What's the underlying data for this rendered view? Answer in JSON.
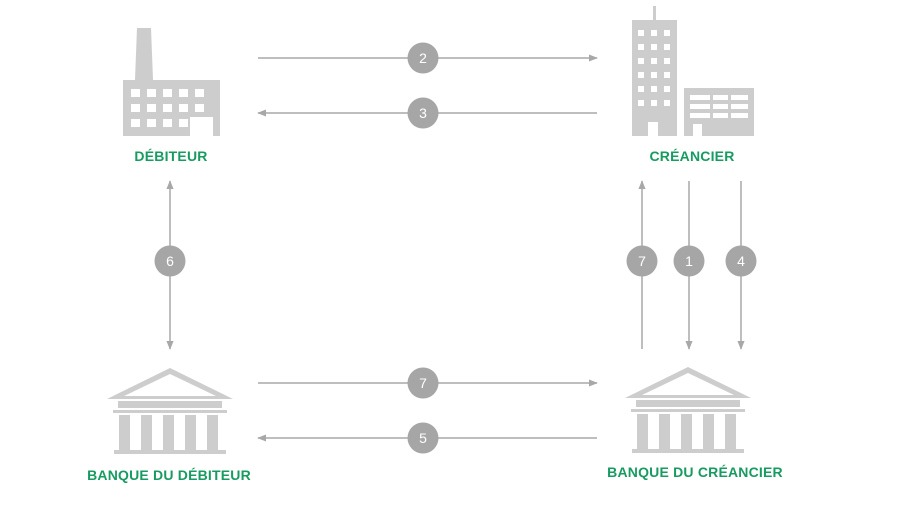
{
  "colors": {
    "icon": "#cdcdcd",
    "icon_window": "#ffffff",
    "arrow": "#a8a8a8",
    "badge_fill": "#a6a6a6",
    "badge_text": "#ffffff",
    "label": "#179b61"
  },
  "nodes": {
    "debiteur": {
      "label": "DÉBITEUR",
      "icon": "factory-icon"
    },
    "creancier": {
      "label": "CRÉANCIER",
      "icon": "office-buildings-icon"
    },
    "banque_debiteur": {
      "label": "BANQUE DU DÉBITEUR",
      "icon": "bank-icon"
    },
    "banque_creancier": {
      "label": "BANQUE DU CRÉANCIER",
      "icon": "bank-icon"
    }
  },
  "flows": [
    {
      "step": "2",
      "from": "DÉBITEUR",
      "to": "CRÉANCIER"
    },
    {
      "step": "3",
      "from": "CRÉANCIER",
      "to": "DÉBITEUR"
    },
    {
      "step": "6",
      "between": [
        "DÉBITEUR",
        "BANQUE DU DÉBITEUR"
      ],
      "direction": "both"
    },
    {
      "step": "7",
      "from": "BANQUE DU CRÉANCIER",
      "to": "CRÉANCIER"
    },
    {
      "step": "1",
      "from": "CRÉANCIER",
      "to": "BANQUE DU CRÉANCIER"
    },
    {
      "step": "4",
      "from": "CRÉANCIER",
      "to": "BANQUE DU CRÉANCIER"
    },
    {
      "step": "7",
      "from": "BANQUE DU DÉBITEUR",
      "to": "BANQUE DU CRÉANCIER"
    },
    {
      "step": "5",
      "from": "BANQUE DU CRÉANCIER",
      "to": "BANQUE DU DÉBITEUR"
    }
  ]
}
